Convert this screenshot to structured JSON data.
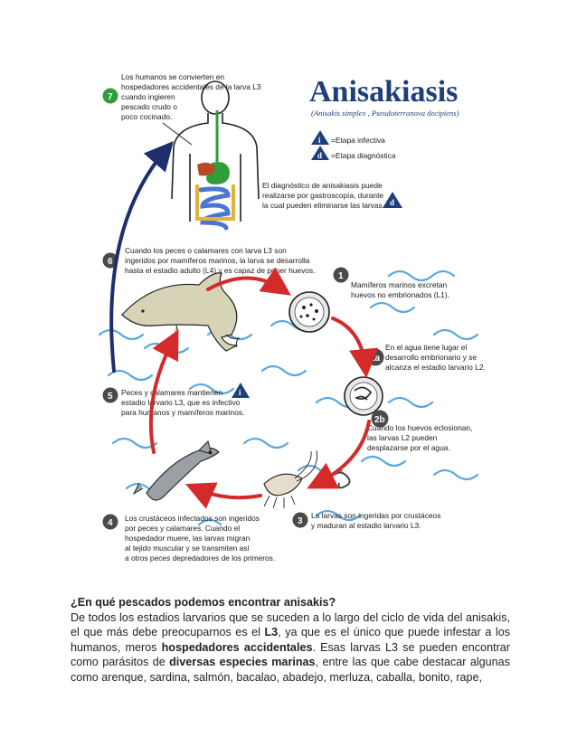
{
  "figure": {
    "title": "Anisakiasis",
    "subtitle": "(Anisakis simplex , Pseudoterranova decipiens)",
    "legend": {
      "infective_symbol": "i",
      "infective_label": "=Etapa infectiva",
      "diagnostic_symbol": "d",
      "diagnostic_label": "=Etapa diagnóstica"
    },
    "diagnosis_symbol": "d",
    "diagnosis_text": [
      "El diagnóstico de anisakiasis puede",
      "realizarse por gastroscopía, durante",
      "la cual pueden eliminarse las larvas."
    ],
    "steps": {
      "s7": {
        "num": "7",
        "lines": [
          "Los humanos se convierten en",
          "hospedadores accidentales de la larva L3",
          "cuando ingieren",
          "pescado crudo o",
          "poco cocinado."
        ]
      },
      "s6": {
        "num": "6",
        "lines": [
          "Cuando los peces o calamares con larva L3 son",
          "ingeridos por mamíferos marinos, la larva se desarrolla",
          "hasta el estadio adulto (L4) y es capaz de poner huevos."
        ]
      },
      "s1": {
        "num": "1",
        "lines": [
          "Mamíferos marinos excretan",
          "huevos no embrionados (L1)."
        ]
      },
      "s2a": {
        "num": "2a",
        "lines": [
          "En el agua tiene lugar el",
          "desarrollo embrionario y se",
          "alcanza el estadio larvario L2."
        ]
      },
      "s2b": {
        "num": "2b",
        "lines": [
          "Cuando los huevos eclosionan,",
          "las larvas L2 pueden",
          "desplazarse por el agua."
        ]
      },
      "s5": {
        "num": "5",
        "infective_symbol": "i",
        "lines": [
          "Peces y calamares mantienen",
          "estadio larvario L3, que es infectivo",
          "para humanos y mamíferos marinos."
        ]
      },
      "s4": {
        "num": "4",
        "lines": [
          "Los crustáceos infectados son ingeridos",
          "por peces y calamares. Cuando el",
          "hospedador muere, las larvas migran",
          "al tejido muscular y se transmiten así",
          "a otros peces depredadores de los primeros."
        ]
      },
      "s3": {
        "num": "3",
        "lines": [
          "La larvas son ingeridas por crustáceos",
          "y maduran al estadio larvario L3."
        ]
      }
    },
    "colors": {
      "title": "#1f3f7a",
      "step_circle": "#4a4a4a",
      "step_7": "#2f9e3a",
      "red_arrow": "#d42a2a",
      "blue_arrow": "#1f2f6e",
      "water": "#5aa8e0",
      "triangle": "#1f3f7a"
    }
  },
  "article": {
    "heading": "¿En qué pescados podemos encontrar anisakis?",
    "p1": "De todos los estadios larvarios que se suceden a lo largo del ciclo de vida del anisakis, el que más debe preocuparnos es el ",
    "p1_b1": "L3",
    "p2": ", ya que es el único que puede infestar a los humanos, meros ",
    "p2_b2": "hospedadores accidentales",
    "p3": ". Esas larvas L3 se pueden encontrar como parásitos de ",
    "p3_b3": "diversas especies marinas",
    "p4": ", entre las que cabe destacar algunas como arenque, sardina, salmón, bacalao, abadejo, merluza, caballa, bonito, rape,"
  }
}
